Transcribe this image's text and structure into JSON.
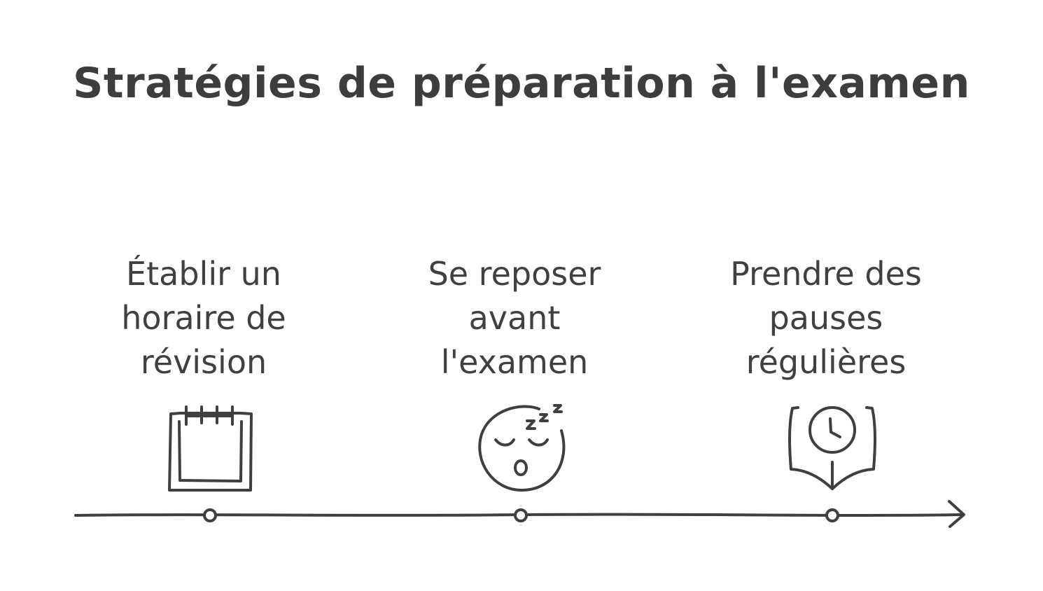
{
  "diagram": {
    "title": "Stratégies de préparation à l'examen",
    "steps": [
      {
        "lines": [
          "Établir un",
          "horaire de",
          "révision"
        ],
        "icon": "calendar-icon"
      },
      {
        "lines": [
          "Se reposer",
          "avant",
          "l'examen"
        ],
        "icon": "sleeping-face-icon"
      },
      {
        "lines": [
          "Prendre des",
          "pauses",
          "régulières"
        ],
        "icon": "clock-book-icon"
      }
    ],
    "colors": {
      "ink": "#3f3f3f",
      "background": "#ffffff"
    }
  }
}
